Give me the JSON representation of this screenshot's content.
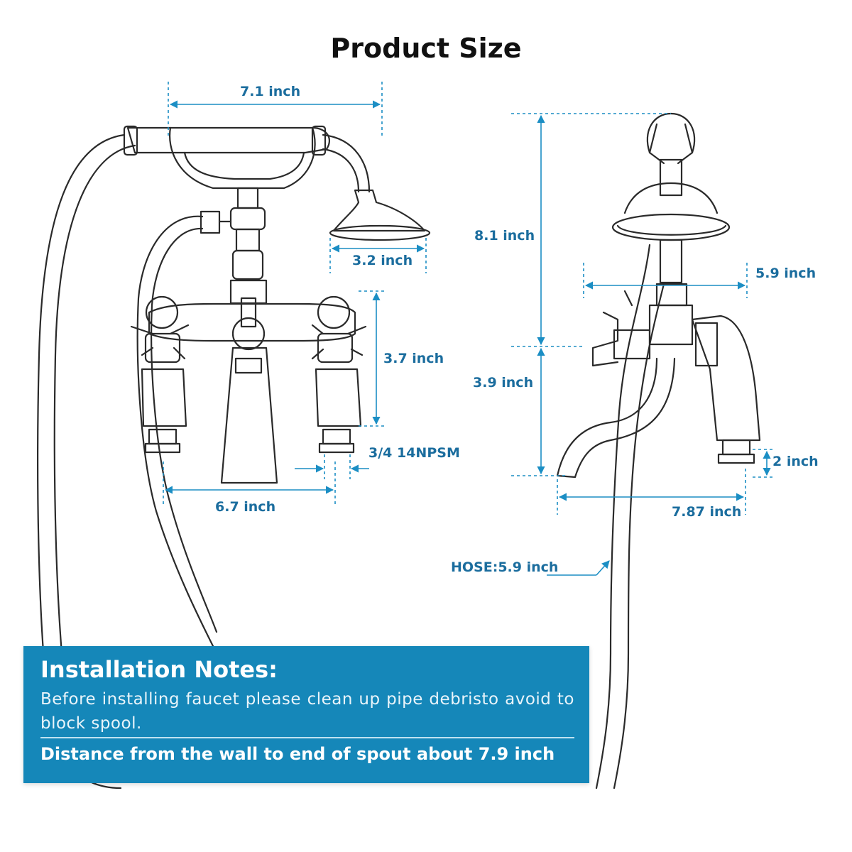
{
  "title": "Product Size",
  "dimensions": {
    "handset_width": "7.1 inch",
    "shower_head_width": "3.2 inch",
    "valve_height": "3.7 inch",
    "thread_size": "3/4 14NPSM",
    "valve_spacing": "6.7 inch",
    "top_to_body_height": "8.1 inch",
    "body_to_spout_height": "3.9 inch",
    "body_depth": "5.9 inch",
    "shank_length": "2 inch",
    "spout_reach": "7.87 inch",
    "hose": "HOSE:5.9 inch"
  },
  "notes": {
    "heading": "Installation Notes:",
    "body": "Before installing faucet please clean up pipe debristo avoid to block spool.",
    "footer": "Distance from the wall to end of spout about 7.9 inch"
  },
  "colors": {
    "accent": "#1587b9",
    "dimension_text": "#1b6d9e",
    "line_art": "#2a2a2a"
  }
}
